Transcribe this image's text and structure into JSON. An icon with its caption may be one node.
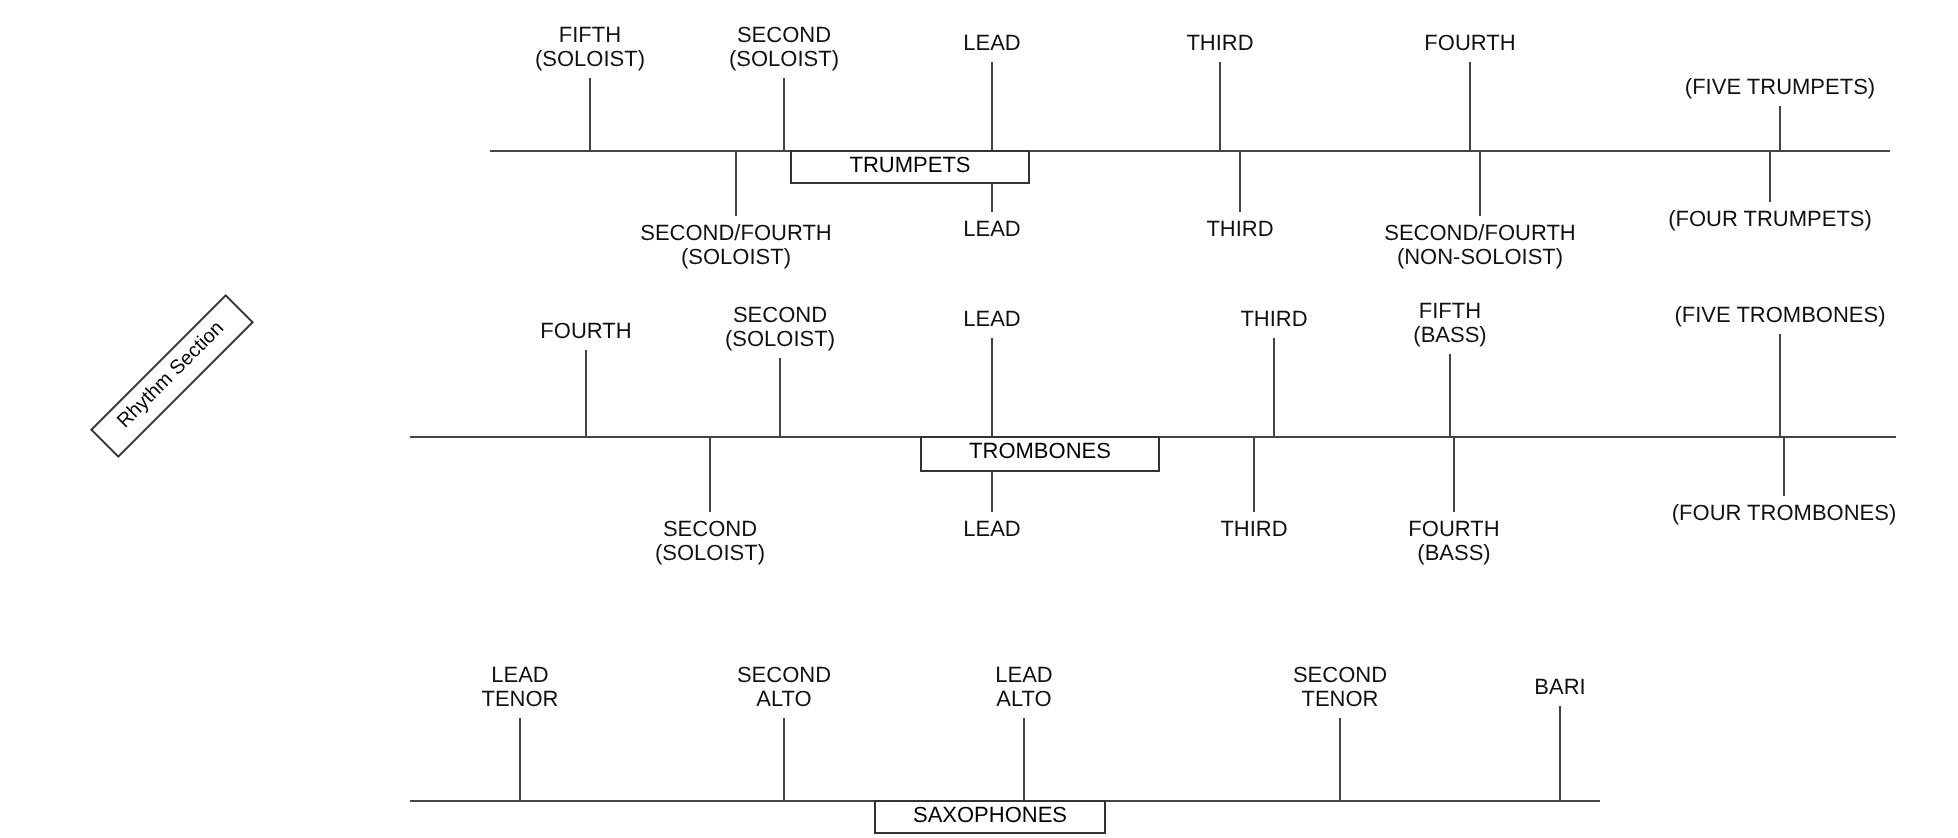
{
  "diagram": {
    "nodes": [
      {
        "text": [],
        "shape": "bar"
      },
      {
        "text": [
          "TRUMPETS"
        ]
      },
      {
        "text": [
          "FIFTH (SOLOIST)"
        ]
      },
      {
        "text": [
          "SECOND (SOLOIST)"
        ]
      },
      {
        "text": [
          "LEAD"
        ]
      },
      {
        "text": [
          "THIRD"
        ]
      },
      {
        "text": [
          "FOURTH"
        ]
      },
      {
        "text": [
          "(FIVE TRUMPETS)"
        ]
      },
      {
        "text": [
          "SECOND/FOURTH (SOLOIST)"
        ]
      },
      {
        "text": [
          "LEAD"
        ]
      },
      {
        "text": [
          "THIRD"
        ]
      },
      {
        "text": [
          "SECOND/FOURTH (NON-SOLOIST)"
        ]
      },
      {
        "text": [
          "(FOUR TRUMPETS)"
        ]
      },
      {
        "text": [
          "Rhythm Section"
        ]
      },
      {
        "text": [],
        "shape": "bar"
      },
      {
        "text": [
          "TROMBONES"
        ]
      },
      {
        "text": [
          "FOURTH"
        ]
      },
      {
        "text": [
          "SECOND (SOLOIST)"
        ]
      },
      {
        "text": [
          "LEAD"
        ]
      },
      {
        "text": [
          "THIRD"
        ]
      },
      {
        "text": [
          "FIFTH (BASS)"
        ]
      },
      {
        "text": [
          "(FIVE TROMBONES)"
        ]
      },
      {
        "text": [
          "SECOND (SOLOIST)"
        ]
      },
      {
        "text": [
          "LEAD"
        ]
      },
      {
        "text": [
          "THIRD"
        ]
      },
      {
        "text": [
          "FOURTH (BASS)"
        ]
      },
      {
        "text": [
          "(FOUR TROMBONES)"
        ]
      },
      {
        "text": [],
        "shape": "bar"
      },
      {
        "text": [
          "SAXOPHONES"
        ]
      },
      {
        "text": [
          "LEAD TENOR"
        ]
      },
      {
        "text": [
          "SECOND ALTO"
        ]
      },
      {
        "text": [
          "LEAD ALTO"
        ]
      },
      {
        "text": [
          "SECOND TENOR"
        ]
      },
      {
        "text": [
          "BARI"
        ]
      }
    ],
    "edges": [
      {
        "from": 2,
        "to": 0,
        "arrow": "none"
      },
      {
        "from": 3,
        "to": 0,
        "arrow": "none"
      },
      {
        "from": 4,
        "to": 0,
        "arrow": "none"
      },
      {
        "from": 5,
        "to": 0,
        "arrow": "none"
      },
      {
        "from": 6,
        "to": 0,
        "arrow": "none"
      },
      {
        "from": 7,
        "to": 0,
        "arrow": "none"
      },
      {
        "from": 8,
        "to": 0,
        "arrow": "none"
      },
      {
        "from": 9,
        "to": 1,
        "arrow": "none"
      },
      {
        "from": 10,
        "to": 0,
        "arrow": "none"
      },
      {
        "from": 11,
        "to": 0,
        "arrow": "none"
      },
      {
        "from": 12,
        "to": 0,
        "arrow": "none"
      },
      {
        "from": 16,
        "to": 14,
        "arrow": "none"
      },
      {
        "from": 17,
        "to": 14,
        "arrow": "none"
      },
      {
        "from": 18,
        "to": 14,
        "arrow": "none"
      },
      {
        "from": 19,
        "to": 14,
        "arrow": "none"
      },
      {
        "from": 20,
        "to": 14,
        "arrow": "none"
      },
      {
        "from": 21,
        "to": 14,
        "arrow": "none"
      },
      {
        "from": 22,
        "to": 14,
        "arrow": "none"
      },
      {
        "from": 23,
        "to": 15,
        "arrow": "none"
      },
      {
        "from": 24,
        "to": 14,
        "arrow": "none"
      },
      {
        "from": 25,
        "to": 14,
        "arrow": "none"
      },
      {
        "from": 26,
        "to": 14,
        "arrow": "none"
      },
      {
        "from": 29,
        "to": 27,
        "arrow": "none"
      },
      {
        "from": 30,
        "to": 27,
        "arrow": "none"
      },
      {
        "from": 31,
        "to": 27,
        "arrow": "none"
      },
      {
        "from": 32,
        "to": 27,
        "arrow": "none"
      },
      {
        "from": 33,
        "to": 27,
        "arrow": "none"
      }
    ]
  }
}
